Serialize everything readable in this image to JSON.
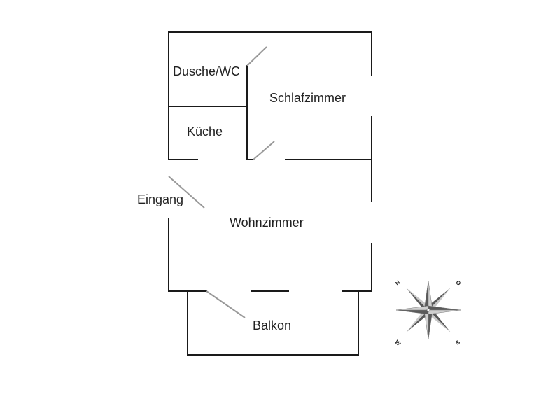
{
  "floorplan": {
    "rooms": {
      "shower_wc": "Dusche/WC",
      "bedroom": "Schlafzimmer",
      "kitchen": "Küche",
      "entrance": "Eingang",
      "living_room": "Wohnzimmer",
      "balcony": "Balkon"
    }
  },
  "compass": {
    "north": "N",
    "east": "O",
    "south": "S",
    "west": "W"
  },
  "colors": {
    "wall": "#1a1a1a",
    "door": "#999999",
    "compass_dark": "#5a5a5a",
    "compass_light": "#c8c8c8"
  }
}
